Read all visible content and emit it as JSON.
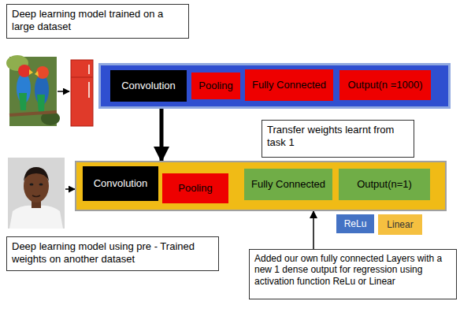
{
  "diagram": {
    "nodes": [
      {
        "text": [
          "Deep learning model trained on a large dataset"
        ]
      },
      {
        "text": []
      },
      {
        "text": [
          "Convolution"
        ],
        "in": 1
      },
      {
        "text": [
          "Pooling"
        ],
        "in": 1
      },
      {
        "text": [
          "Fully Connected"
        ],
        "in": 1
      },
      {
        "text": [
          "Output(n =1000)"
        ],
        "in": 1
      },
      {
        "text": [
          "Transfer weights learnt from task 1"
        ]
      },
      {
        "text": []
      },
      {
        "text": [
          "Convolution"
        ],
        "in": 7
      },
      {
        "text": [
          "Pooling"
        ],
        "in": 7
      },
      {
        "text": [
          "Fully Connected"
        ],
        "in": 7
      },
      {
        "text": [
          "Output(n=1)"
        ],
        "in": 7
      },
      {
        "text": [
          "ReLu"
        ]
      },
      {
        "text": [
          "Linear"
        ]
      },
      {
        "text": [
          "Deep learning model using pre - Trained weights on another dataset"
        ]
      },
      {
        "text": [
          "Added our own fully connected Layers with a new 1 dense output for regression using activation function ReLu or Linear"
        ]
      }
    ],
    "edges": [
      {
        "from": 1,
        "to": 7,
        "arrow": "to"
      },
      {
        "from": 15,
        "to": 7,
        "arrow": "to"
      }
    ]
  }
}
